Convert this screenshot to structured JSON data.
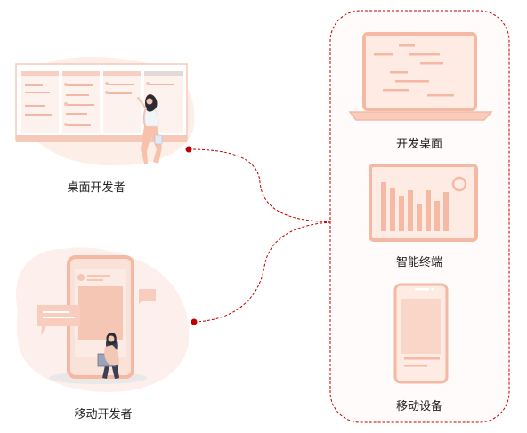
{
  "left_groups": {
    "desktop_developer_label": "桌面开发者",
    "mobile_developer_label": "移动开发者"
  },
  "right_panel": {
    "items": [
      {
        "label": "开发桌面",
        "icon": "laptop-icon"
      },
      {
        "label": "智能终端",
        "icon": "smart-terminal-icon"
      },
      {
        "label": "移动设备",
        "icon": "mobile-phone-icon"
      }
    ]
  },
  "colors": {
    "accent_pink": "#f6b9a4",
    "light_pink": "#fde6de",
    "connector_red": "#c00000",
    "panel_border": "#c00000"
  }
}
